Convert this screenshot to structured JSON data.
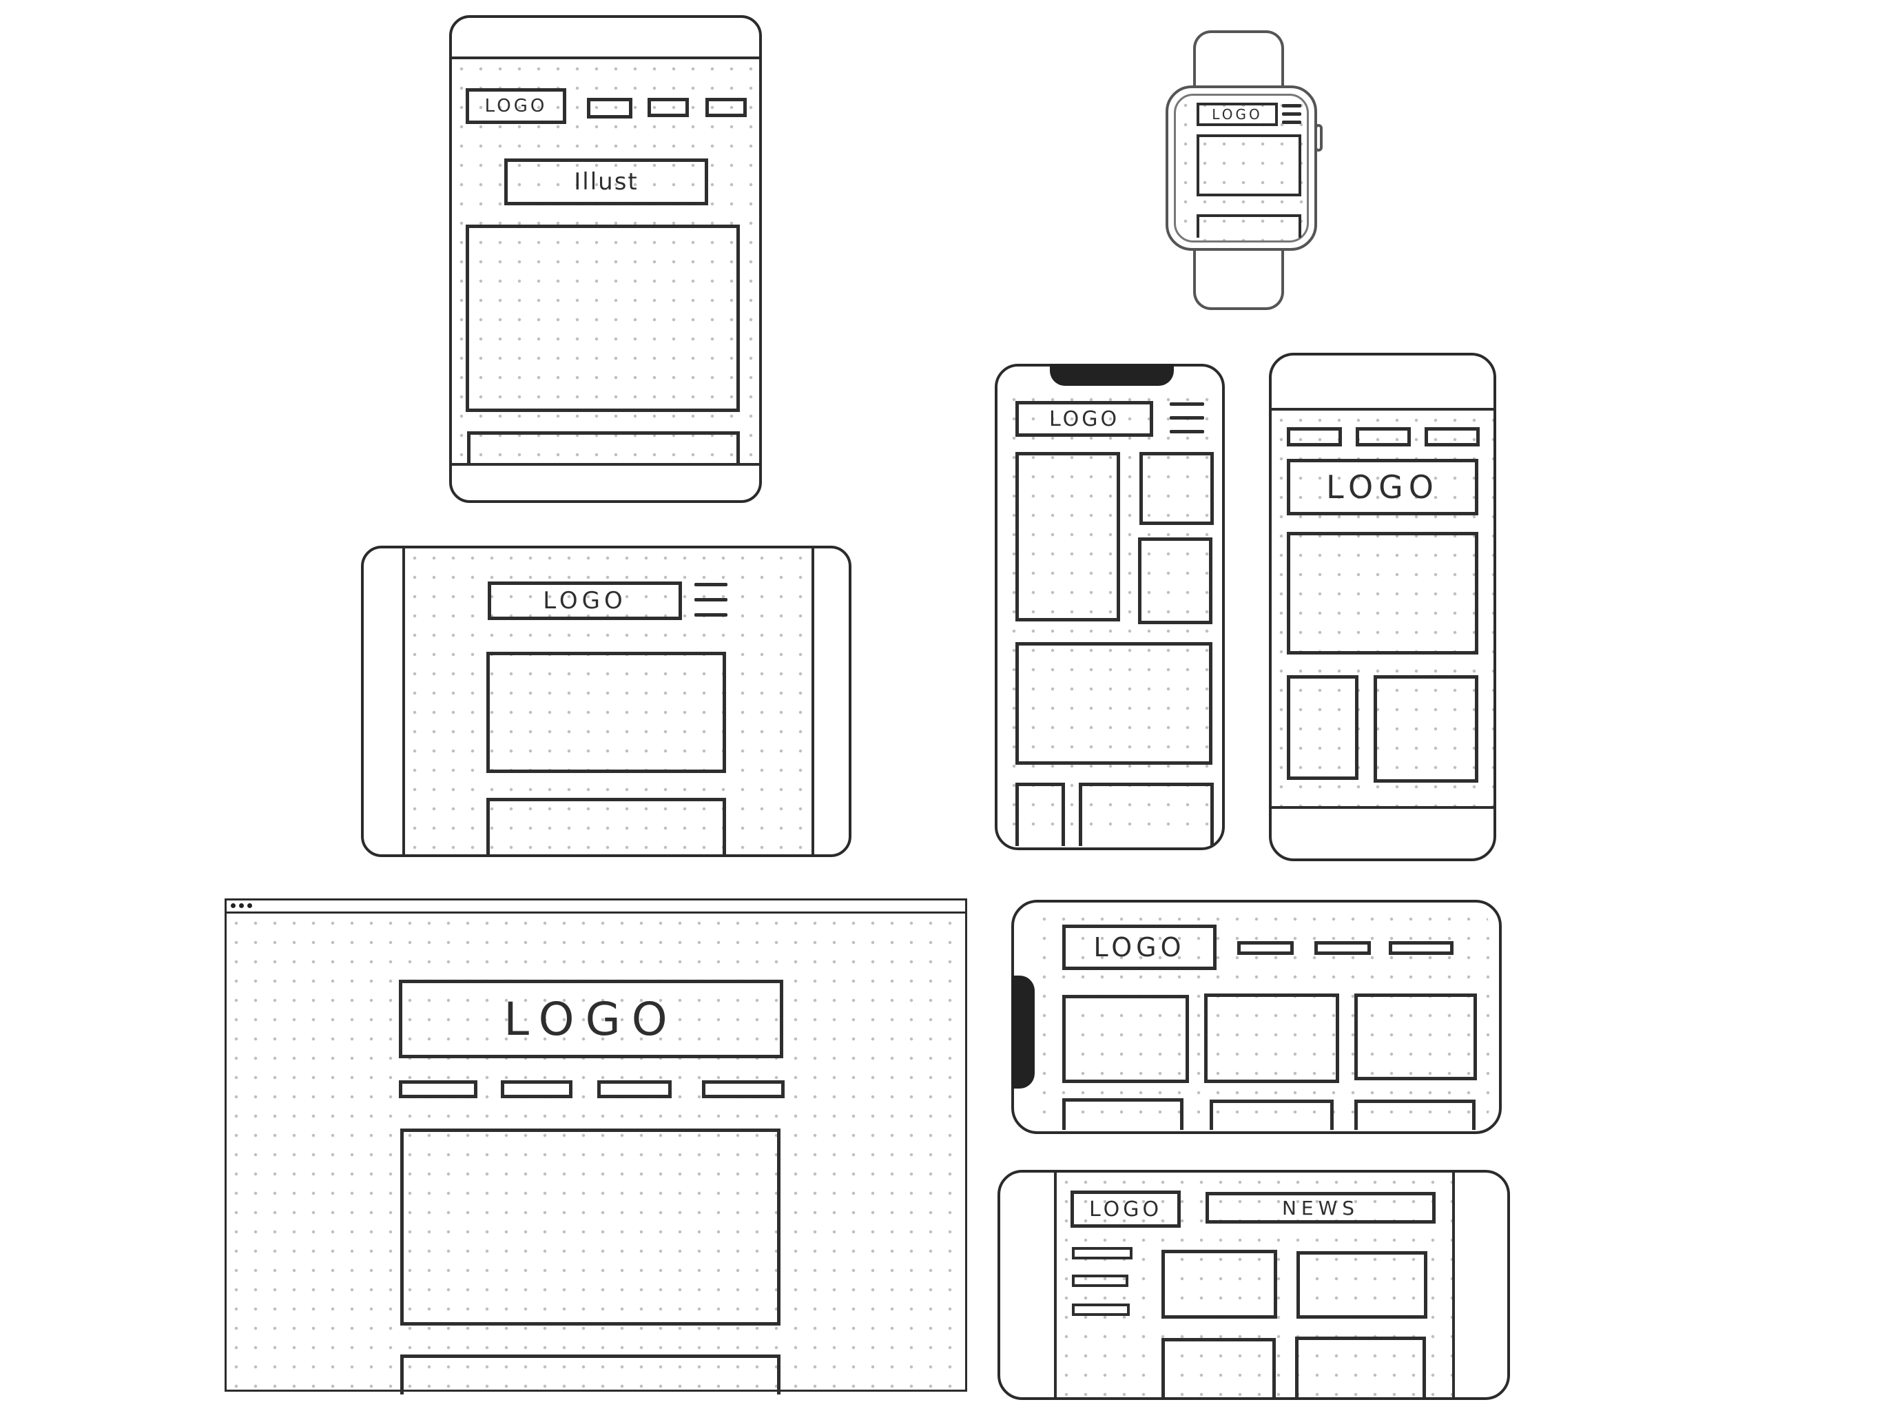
{
  "labels": {
    "logo": "LOGO",
    "illust": "Illust",
    "news": "NEWS"
  },
  "icons": {
    "menu": "hamburger-icon",
    "window_dots": "window-controls-icon",
    "notch": "camera-notch-icon"
  },
  "colors": {
    "stroke": "#2e2e2e",
    "grid_dot": "#bfbfbf",
    "background": "#ffffff"
  }
}
